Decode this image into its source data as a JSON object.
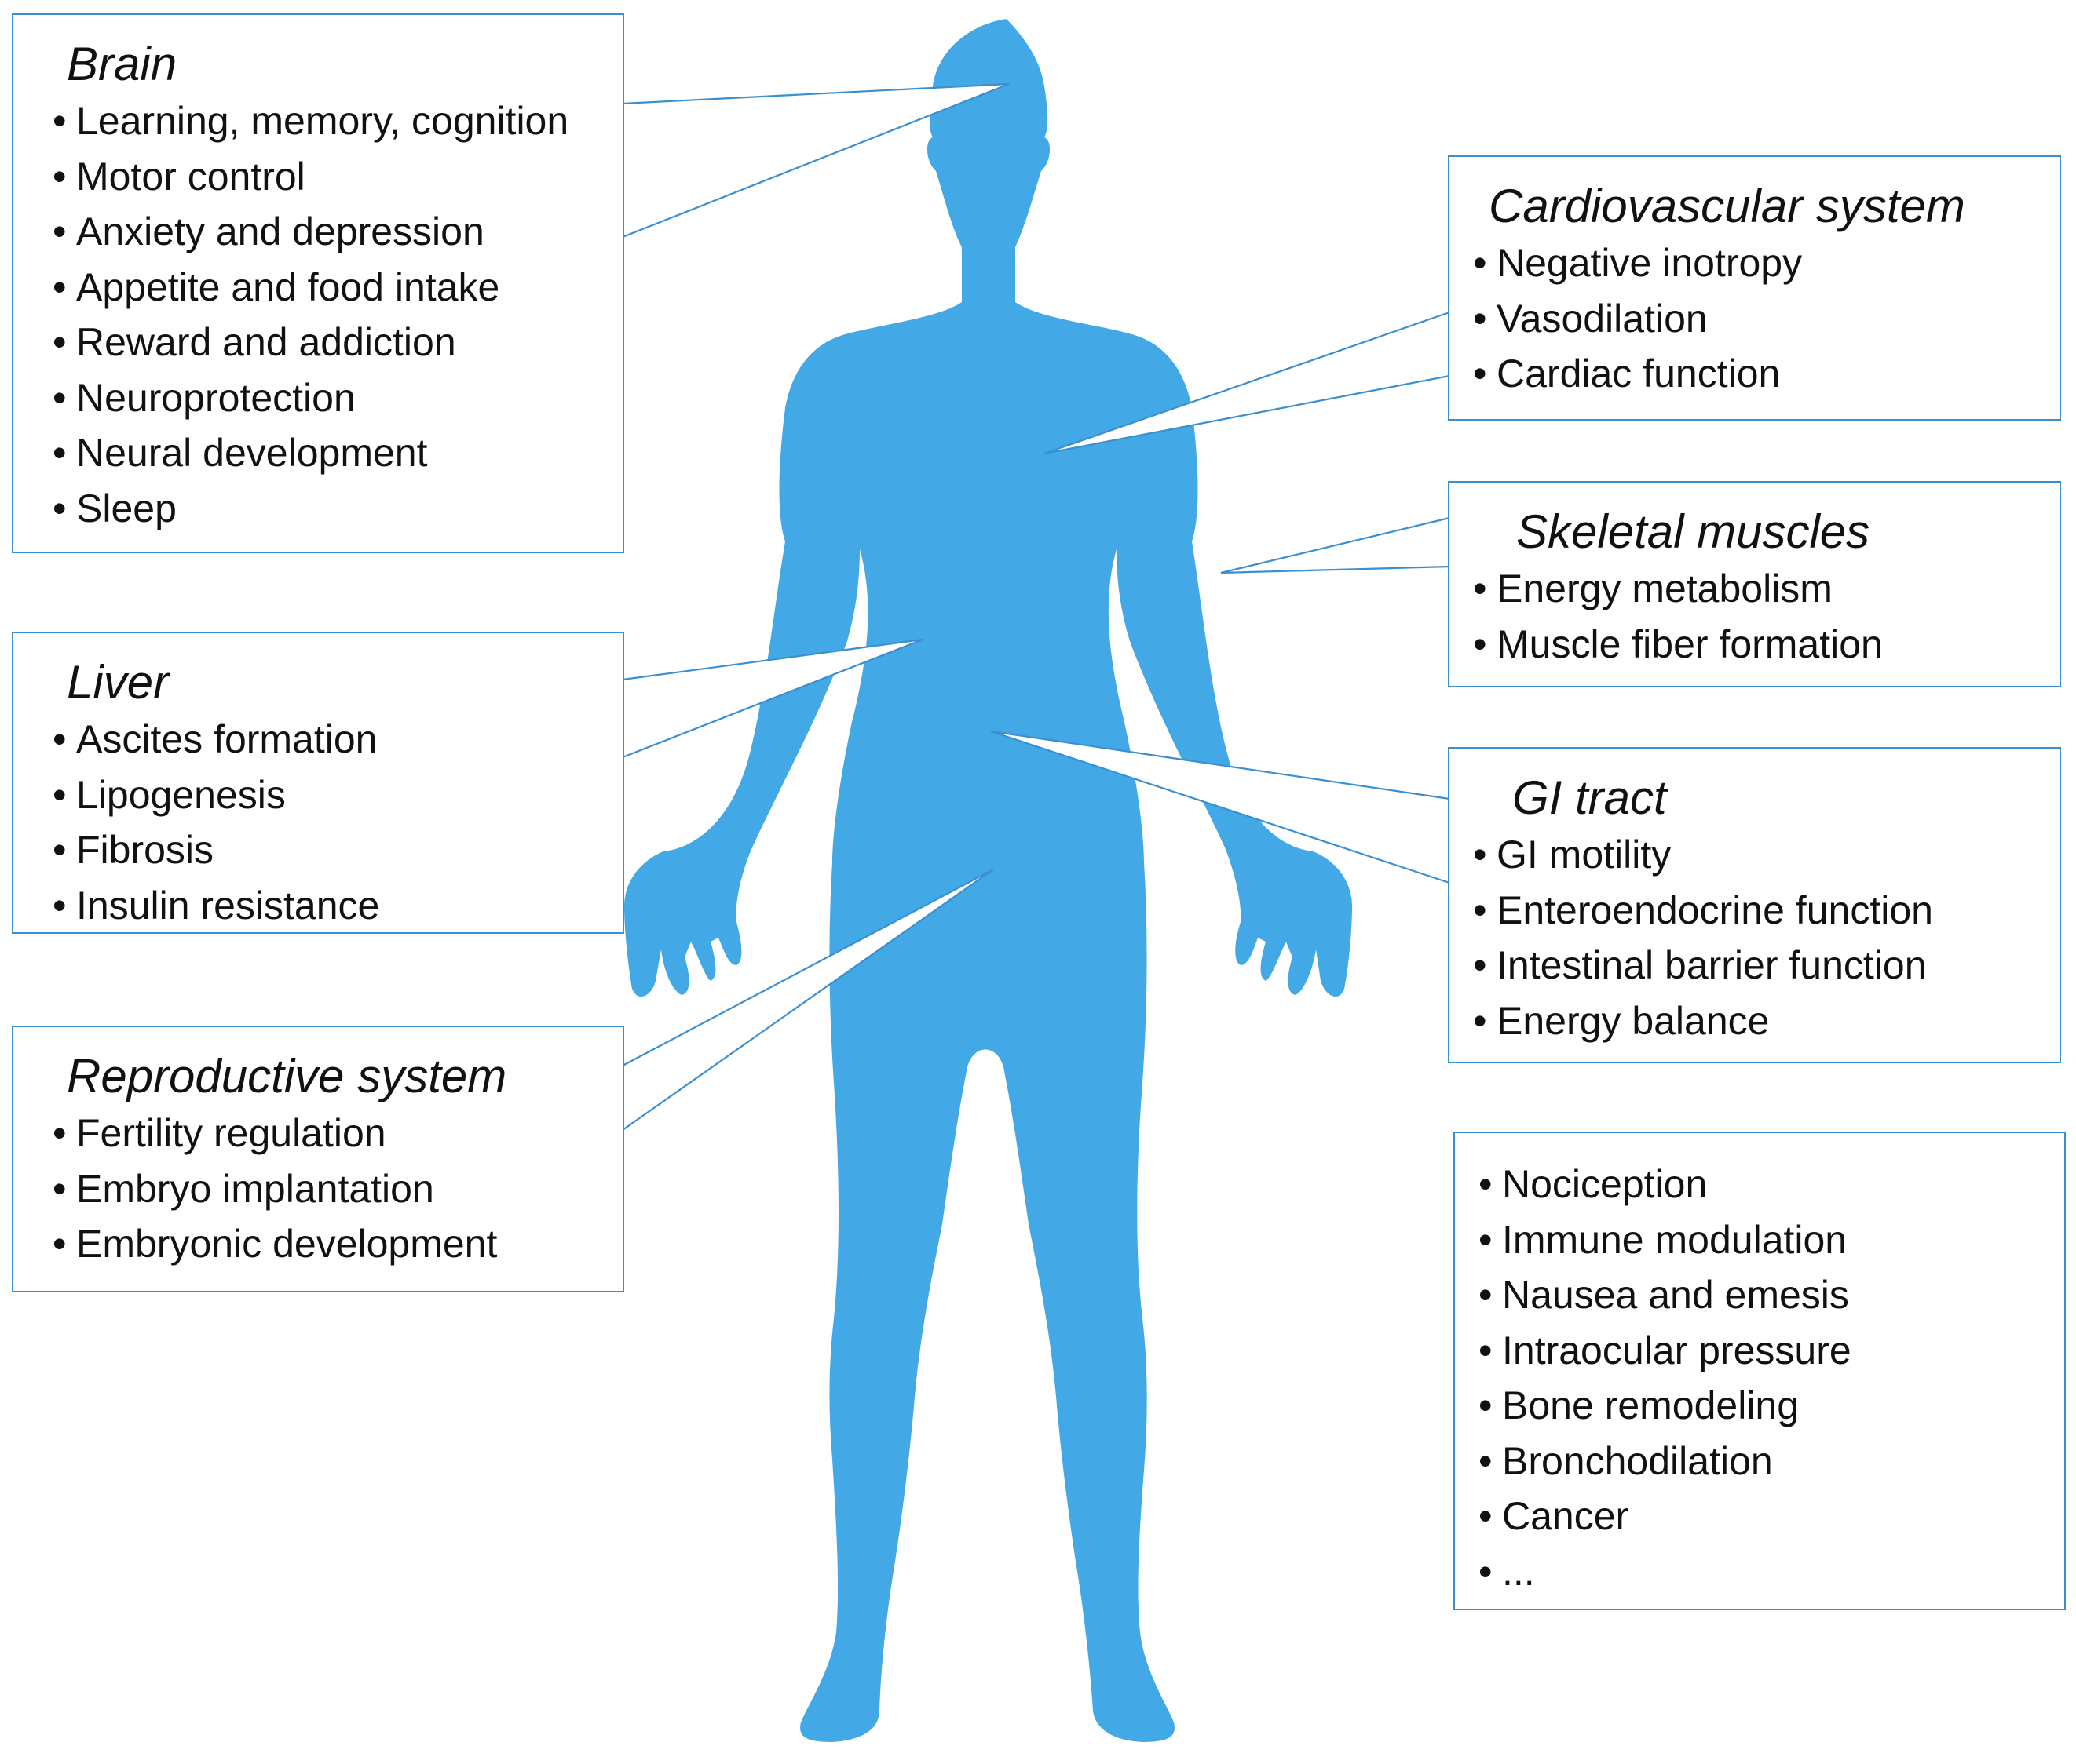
{
  "colors": {
    "body_fill": "#42a8e6",
    "box_border": "#3a8fd1",
    "text": "#111111"
  },
  "body_icon": "human-body-silhouette",
  "brain": {
    "title": "Brain",
    "items": [
      "Learning, memory, cognition",
      "Motor control",
      "Anxiety and depression",
      "Appetite and food intake",
      "Reward and addiction",
      "Neuroprotection",
      "Neural development",
      "Sleep"
    ]
  },
  "liver": {
    "title": "Liver",
    "items": [
      "Ascites formation",
      "Lipogenesis",
      "Fibrosis",
      "Insulin resistance"
    ]
  },
  "reproductive": {
    "title": "Reproductive system",
    "items": [
      "Fertility regulation",
      "Embryo implantation",
      "Embryonic development"
    ]
  },
  "cardiovascular": {
    "title": "Cardiovascular system",
    "items": [
      "Negative inotropy",
      "Vasodilation",
      "Cardiac function"
    ]
  },
  "skeletal": {
    "title": "Skeletal muscles",
    "items": [
      "Energy metabolism",
      "Muscle fiber formation"
    ]
  },
  "gi": {
    "title": "GI tract",
    "items": [
      "GI motility",
      "Enteroendocrine function",
      "Intestinal barrier function",
      "Energy balance"
    ]
  },
  "other": {
    "items": [
      "Nociception",
      "Immune modulation",
      "Nausea and emesis",
      "Intraocular pressure",
      "Bone remodeling",
      "Bronchodilation",
      "Cancer",
      "..."
    ]
  }
}
